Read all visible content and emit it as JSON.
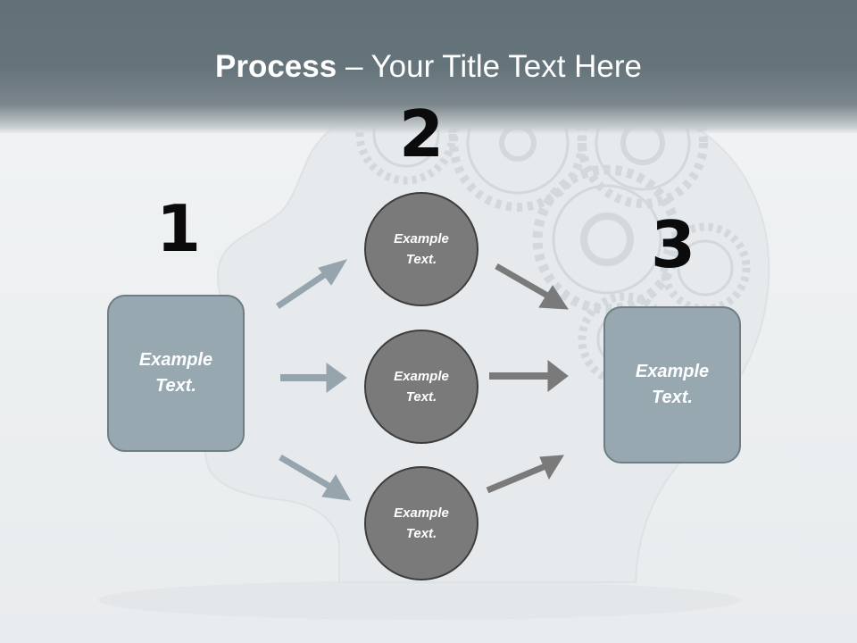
{
  "title": {
    "bold": "Process",
    "rest": " – Your Title Text Here"
  },
  "steps": {
    "one": {
      "number": "1",
      "label": "Example Text."
    },
    "two": {
      "number": "2"
    },
    "three": {
      "number": "3",
      "label": "Example Text."
    }
  },
  "circles": {
    "top": "Example Text.",
    "middle": "Example Text.",
    "bottom": "Example Text."
  },
  "colors": {
    "header": "#65737b",
    "box_fill": "#98a8b0",
    "circle_fill": "#7a7a7a",
    "arrow_light": "#95a4ad",
    "arrow_dark": "#7a7a7a"
  }
}
